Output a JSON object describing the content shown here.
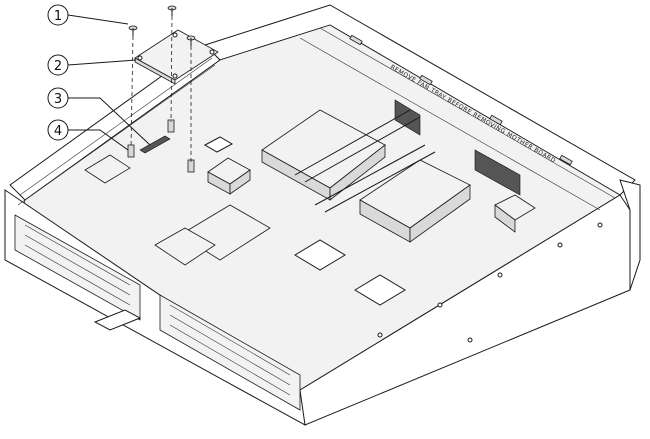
{
  "callouts": [
    {
      "id": "1",
      "label": "1"
    },
    {
      "id": "2",
      "label": "2"
    },
    {
      "id": "3",
      "label": "3"
    },
    {
      "id": "4",
      "label": "4"
    }
  ],
  "chassis_text": "REMOVE FAN TRAY BEFORE REMOVING MOTHER BOARD"
}
